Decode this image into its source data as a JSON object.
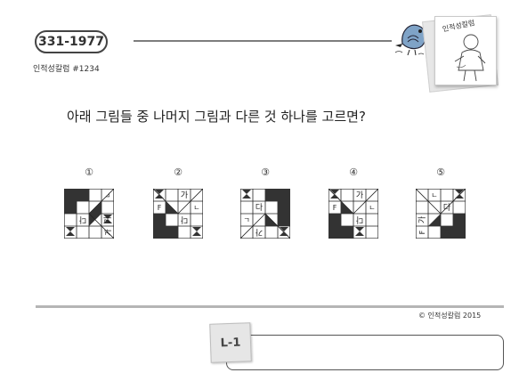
{
  "header": {
    "code": "331-1977",
    "sublabel": "인적성칼럼 #1234",
    "card_handwriting": "인적성칼럼"
  },
  "question": "아래 그림들 중 나머지 그림과 다른 것 하나를 고르면?",
  "options": [
    {
      "number": "①",
      "chars": [
        "ㄱ",
        "다",
        "가",
        "가"
      ]
    },
    {
      "number": "②",
      "chars": [
        "가",
        "F",
        "ㄱ",
        "다"
      ]
    },
    {
      "number": "③",
      "chars": [
        "다",
        "ㄱ",
        "가"
      ]
    },
    {
      "number": "④",
      "chars": [
        "가",
        "F",
        "ㄱ",
        "다"
      ]
    },
    {
      "number": "⑤",
      "chars": [
        "ㄱ",
        "가",
        "다",
        "F"
      ]
    }
  ],
  "footer": {
    "copyright": "© 인적성칼럼 2015",
    "answer_tag": "L-1"
  },
  "colors": {
    "ink": "#222222",
    "rule": "#7d7d7d",
    "fill_dark": "#333333"
  }
}
